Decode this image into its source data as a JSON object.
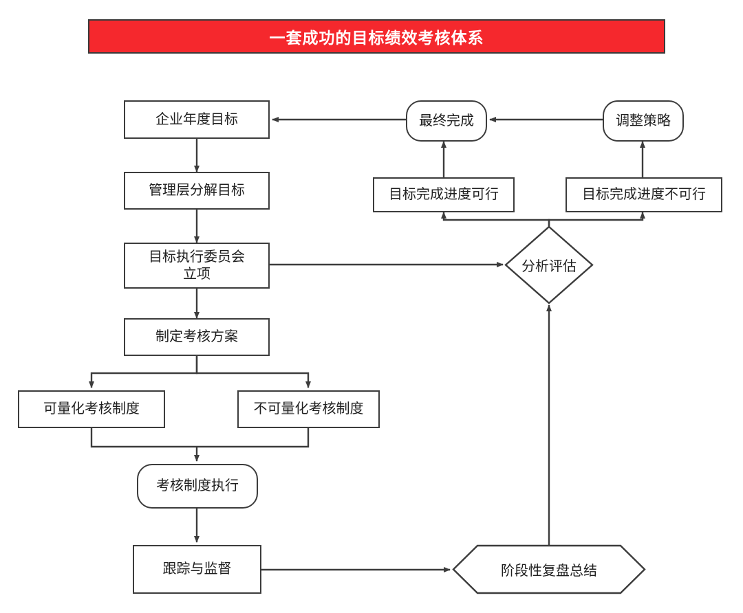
{
  "title": {
    "text": "一套成功的目标绩效考核体系",
    "background_color": "#f5282d",
    "text_color": "#ffffff",
    "border_color": "#3a3a3a"
  },
  "theme": {
    "node_border_color": "#3c3c3c",
    "node_fill_color": "#ffffff",
    "connector_color": "#3c3c3c",
    "text_color": "#1f1f1f",
    "page_background": "#ffffff"
  },
  "diagram": {
    "type": "flowchart",
    "nodes": [
      {
        "id": "annual_goal",
        "label": "企业年度目标",
        "shape": "rectangle"
      },
      {
        "id": "decompose",
        "label": "管理层分解目标",
        "shape": "rectangle"
      },
      {
        "id": "committee",
        "label": "目标执行委员会\n立项",
        "shape": "rectangle",
        "label_line1": "目标执行委员会",
        "label_line2": "立项"
      },
      {
        "id": "plan",
        "label": "制定考核方案",
        "shape": "rectangle"
      },
      {
        "id": "quantifiable",
        "label": "可量化考核制度",
        "shape": "rectangle"
      },
      {
        "id": "non_quantifiable",
        "label": "不可量化考核制度",
        "shape": "rectangle"
      },
      {
        "id": "execute",
        "label": "考核制度执行",
        "shape": "rounded-rectangle"
      },
      {
        "id": "track",
        "label": "跟踪与监督",
        "shape": "rectangle"
      },
      {
        "id": "review",
        "label": "阶段性复盘总结",
        "shape": "hexagon"
      },
      {
        "id": "analysis",
        "label": "分析评估",
        "shape": "diamond"
      },
      {
        "id": "progress_ok",
        "label": "目标完成进度可行",
        "shape": "rectangle"
      },
      {
        "id": "progress_not_ok",
        "label": "目标完成进度不可行",
        "shape": "rectangle"
      },
      {
        "id": "final_done",
        "label": "最终完成",
        "shape": "rounded-rectangle"
      },
      {
        "id": "adjust_strategy",
        "label": "调整策略",
        "shape": "rounded-rectangle"
      }
    ],
    "edges": [
      {
        "from": "annual_goal",
        "to": "decompose"
      },
      {
        "from": "decompose",
        "to": "committee"
      },
      {
        "from": "committee",
        "to": "plan"
      },
      {
        "from": "committee",
        "to": "analysis"
      },
      {
        "from": "plan",
        "to": "quantifiable"
      },
      {
        "from": "plan",
        "to": "non_quantifiable"
      },
      {
        "from": "quantifiable",
        "to": "execute"
      },
      {
        "from": "non_quantifiable",
        "to": "execute"
      },
      {
        "from": "execute",
        "to": "track"
      },
      {
        "from": "track",
        "to": "review"
      },
      {
        "from": "review",
        "to": "analysis"
      },
      {
        "from": "analysis",
        "to": "progress_ok"
      },
      {
        "from": "analysis",
        "to": "progress_not_ok"
      },
      {
        "from": "progress_ok",
        "to": "final_done"
      },
      {
        "from": "progress_not_ok",
        "to": "adjust_strategy"
      },
      {
        "from": "adjust_strategy",
        "to": "final_done"
      },
      {
        "from": "final_done",
        "to": "annual_goal"
      }
    ]
  }
}
